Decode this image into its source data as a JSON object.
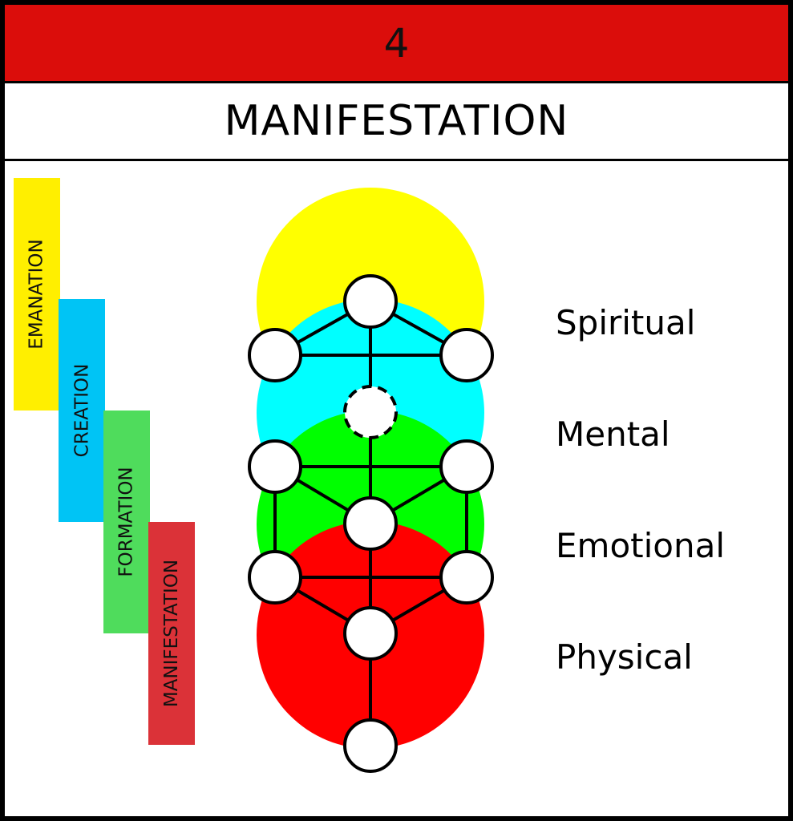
{
  "header": {
    "number": "4",
    "title": "MANIFESTATION"
  },
  "worlds": [
    {
      "label": "EMANATION",
      "color": "#ffef00"
    },
    {
      "label": "CREATION",
      "color": "#00c4f5"
    },
    {
      "label": "FORMATION",
      "color": "#4fdc5c"
    },
    {
      "label": "MANIFESTATION",
      "color": "#db3238"
    }
  ],
  "levels": [
    "Spiritual",
    "Mental",
    "Emotional",
    "Physical"
  ],
  "circle_colors": {
    "spiritual": "#ffff00",
    "mental": "#00ffff",
    "emotional": "#00ff00",
    "physical": "#ff0000"
  }
}
